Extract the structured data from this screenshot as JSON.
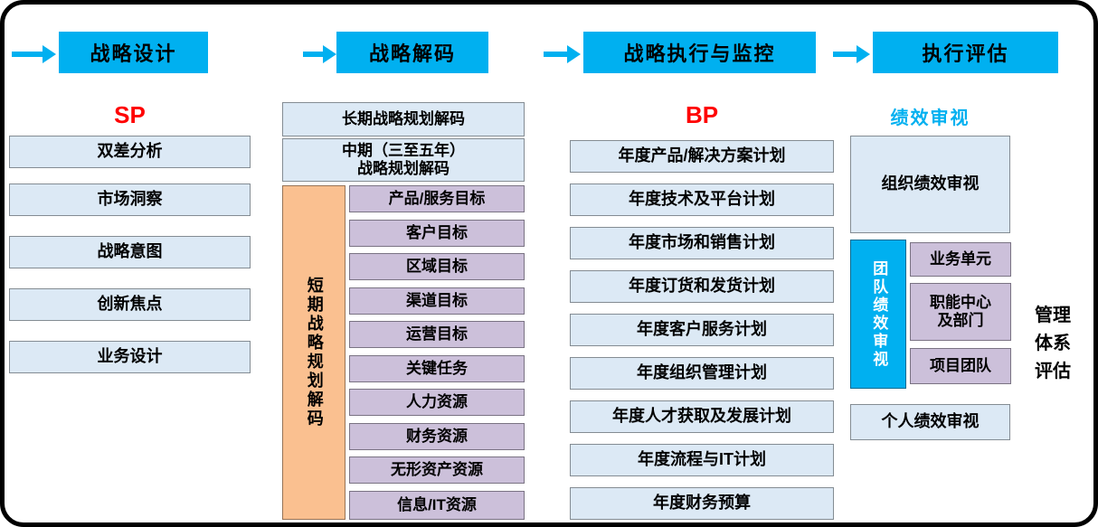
{
  "colors": {
    "phase_blue": "#00B0F0",
    "light_blue_fill": "#DCE9F5",
    "purple_fill": "#CCC0DA",
    "orange_fill": "#FAC090",
    "title_red": "#FF0000",
    "title_cyan": "#00B0F0",
    "frame_border": "#000000"
  },
  "flow": {
    "phases": [
      "战略设计",
      "战略解码",
      "战略执行与监控",
      "执行评估"
    ]
  },
  "sp": {
    "title": "SP",
    "items": [
      "双差分析",
      "市场洞察",
      "战略意图",
      "创新焦点",
      "业务设计"
    ]
  },
  "decode": {
    "long_term": "长期战略规划解码",
    "mid_line1": "中期（三至五年）",
    "mid_line2": "战略规划解码",
    "short_term": "短期战略规划解码",
    "items": [
      "产品/服务目标",
      "客户目标",
      "区域目标",
      "渠道目标",
      "运营目标",
      "关键任务",
      "人力资源",
      "财务资源",
      "无形资产资源",
      "信息/IT资源"
    ]
  },
  "bp": {
    "title": "BP",
    "items": [
      "年度产品/解决方案计划",
      "年度技术及平台计划",
      "年度市场和销售计划",
      "年度订货和发货计划",
      "年度客户服务计划",
      "年度组织管理计划",
      "年度人才获取及发展计划",
      "年度流程与IT计划",
      "年度财务预算"
    ]
  },
  "review": {
    "title": "绩效审视",
    "org": "组织绩效审视",
    "team": "团队绩效审视",
    "team_items": [
      "业务单元",
      "职能中心及部门",
      "项目团队"
    ],
    "personal": "个人绩效审视",
    "system": "管理体系评估"
  }
}
